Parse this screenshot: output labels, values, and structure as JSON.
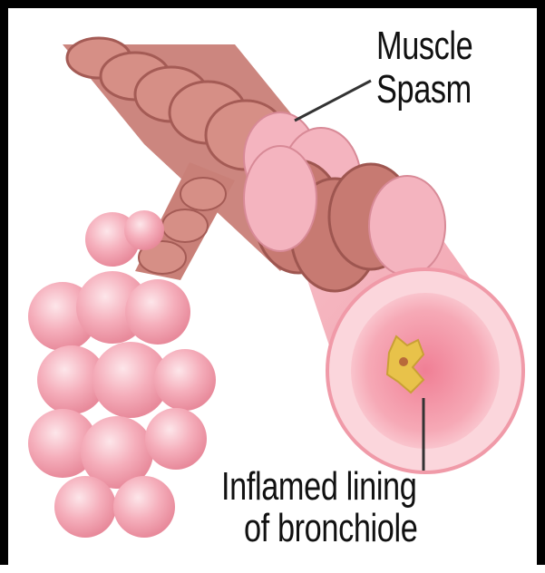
{
  "labels": {
    "muscle_spasm": [
      "Muscle",
      "Spasm"
    ],
    "inflamed_lining": [
      "Inflamed lining",
      "of bronchiole"
    ]
  },
  "colors": {
    "tissue_pink": "#f5a7b3",
    "tissue_light": "#fbd3da",
    "muscle_brown": "#c77a72",
    "muscle_dark": "#a25a55",
    "mucus_yellow": "#e8c24a",
    "line": "#333333"
  }
}
